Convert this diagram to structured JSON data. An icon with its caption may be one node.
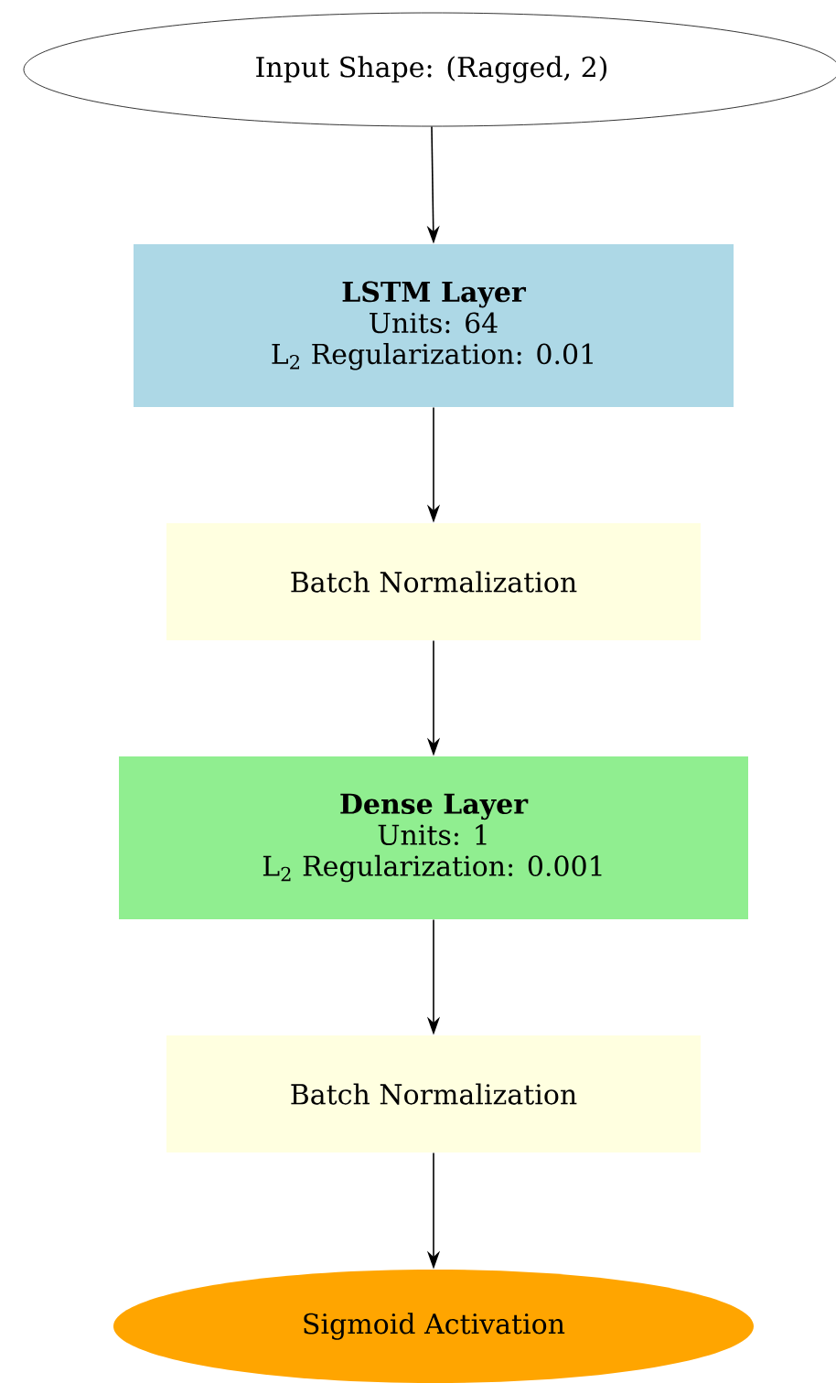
{
  "diagram": {
    "nodes": [
      {
        "text": [
          "Input Shape: (Ragged, 2)"
        ]
      },
      {
        "text": [
          "LSTM Layer",
          "Units: 64",
          "L$_{2}$ Regularization: 0.01"
        ]
      },
      {
        "text": [
          "Batch Normalization"
        ]
      },
      {
        "text": [
          "Dense Layer",
          "Units: 1",
          "L$_{2}$ Regularization: 0.001"
        ]
      },
      {
        "text": [
          "Batch Normalization"
        ]
      },
      {
        "text": [
          "Sigmoid Activation"
        ]
      }
    ],
    "edges": [
      {
        "from": 0,
        "to": 1,
        "arrow": "to"
      },
      {
        "from": 1,
        "to": 2,
        "arrow": "to"
      },
      {
        "from": 2,
        "to": 3,
        "arrow": "to"
      },
      {
        "from": 3,
        "to": 4,
        "arrow": "to"
      },
      {
        "from": 4,
        "to": 5,
        "arrow": "to"
      }
    ]
  }
}
